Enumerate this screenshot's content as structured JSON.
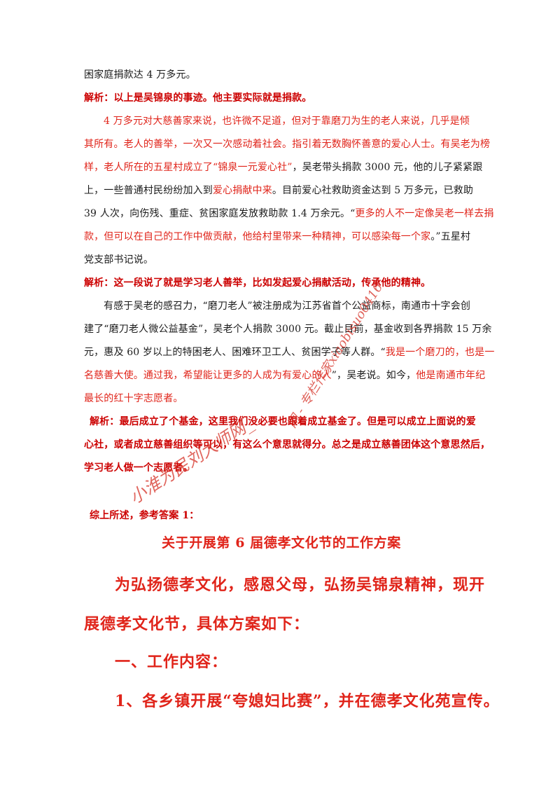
{
  "lines": {
    "l01": "困家庭捐款达 4 万多元。",
    "l02": "解析：以上是吴锦泉的事迹。他主要实际就是捐款。",
    "l03": "4 万多元对大慈善家来说，也许微不足道，但对于靠磨刀为生的老人来说，几乎是倾",
    "l04": "其所有。老人的善举，一次又一次感动着社会。指引着无数胸怀善意的爱心人士。有吴老为榜",
    "l05a": "样，老人所在的五星村成立了“锦泉一元爱心社”",
    "l05b": "，吴老带头捐款 3000 元，他的儿子紧紧跟",
    "l06a": "上，一些普通村民纷纷加入到",
    "l06b": "爱心捐献中来",
    "l06c": "。目前爱心社救助资金达到 5 万多元，已救助",
    "l07a": "39 人次，向伤残、重症、贫困家庭发放救助款 1.4 万余元。“",
    "l07b": "更多的人不一定像吴老一样去捐",
    "l08": "款，但可以在自己的工作中做贡献，他给村里带来一种精神，可以感染每一个家",
    "l08c": "。”五星村",
    "l09": "党支部书记说。",
    "l10": "解析：这一段说了就是学习老人善举，比如发起爱心捐献活动，传承他的精神。",
    "l11": "有感于吴老的感召力，“磨刀老人”被注册成为江苏省首个公益商标，南通市十字会创",
    "l12": "建了“磨刀老人微公益基金”，吴老个人捐款 3000 元。截止目前，基金收到各界捐款 15 万余",
    "l13a": "元，惠及 60 岁以上的特困老人、困难环卫工人、贫困学子等人群。“",
    "l13b": "我是一个磨刀的，也是一",
    "l14a": "名慈善大使。通过我，希望能让更多的人成为有爱心的人",
    "l14b": "”，吴老说。如今，",
    "l14c": "他是南通市年纪",
    "l15": "最长的红十字志愿者。",
    "l16": "解析：最后成立了个基金，这里我们没必要也跟着成立基金了。但是可以成立上面说的爱",
    "l17": "心社，或者成立慈善组织等可以，有这么个意思就得分。总之是成立慈善团体这个意思然后，",
    "l18": "学习老人做一个志愿者。",
    "l19": "综上所述，参考答案 1：",
    "title": "关于开展第 6 届德孝文化节的工作方案",
    "b1": "为弘扬德孝文化，感恩父母，弘扬吴锦泉精神，现开",
    "b2": "展德孝文化节，具体方案如下：",
    "b3": "一、工作内容：",
    "b4": "1、各乡镇开展“夸媳妇比赛”，并在德孝文化苑宣传。"
  },
  "watermark": {
    "handwritten": "小淮为民刘大师网_",
    "slanted": "网 - 专栏作家xiaobisuo0416"
  },
  "colors": {
    "body_text": "#1a1a1a",
    "highlight_red": "#e0241a",
    "analysis_red": "#cc0000"
  }
}
